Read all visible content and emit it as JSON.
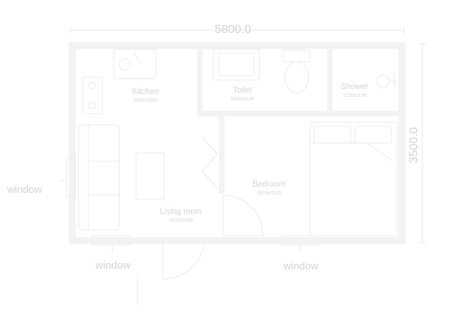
{
  "dimensions": {
    "width": "5800.0",
    "height": "3500.0"
  },
  "windows": {
    "left": "window",
    "bottom_left": "window",
    "bottom_right": "window"
  },
  "rooms": {
    "kitchen": {
      "name": "Kitchen",
      "size": "2085x1945"
    },
    "toilet": {
      "name": "Toilet",
      "size": "1800x2148"
    },
    "shower": {
      "name": "Shower",
      "size": "1130x1100"
    },
    "bedroom": {
      "name": "Bedroom",
      "size": "2974x2020"
    },
    "living": {
      "name": "Living room",
      "size": "1470x2485"
    }
  },
  "colors": {
    "wall": "#f2f2f2",
    "line": "#e2e2e2",
    "text": "#d3d3d3"
  }
}
